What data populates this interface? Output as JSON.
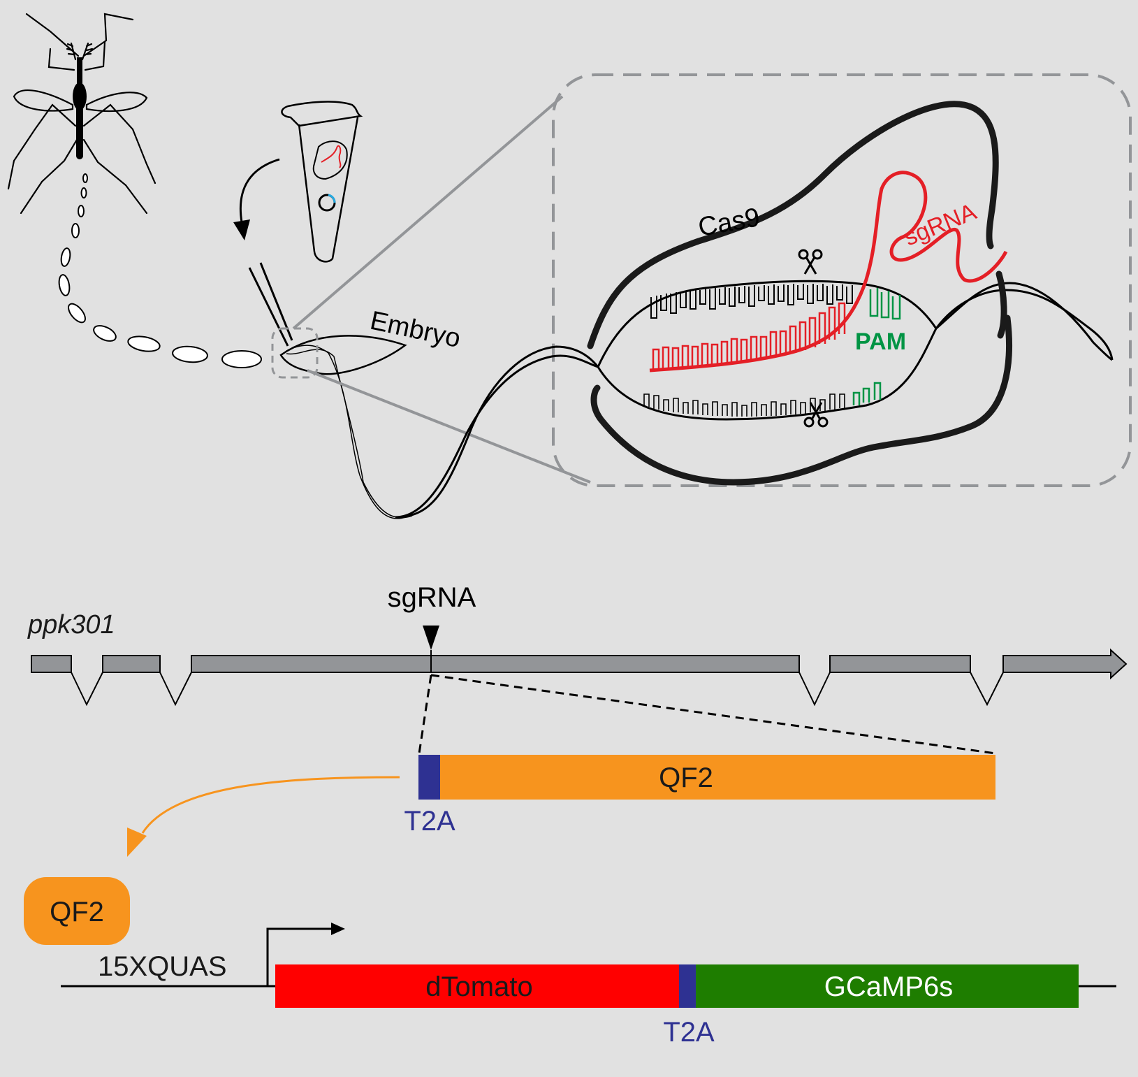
{
  "top_panel": {
    "embryo_label": "Embryo",
    "cas9_label": "Cas9",
    "sgrna_label": "sgRNA",
    "pam_label": "PAM"
  },
  "gene_panel": {
    "gene_name": "ppk301",
    "sgrna_label": "sgRNA",
    "insert": {
      "t2a_label": "T2A",
      "qf2_label": "QF2"
    },
    "driver_protein_label": "QF2"
  },
  "reporter_panel": {
    "promoter_label": "15XQUAS",
    "dtomato_label": "dTomato",
    "t2a_label": "T2A",
    "gcamp_label": "GCaMP6s"
  },
  "colors": {
    "background": "#e1e1e1",
    "gene": "#939598",
    "sgrna_red": "#e41f26",
    "pam_green": "#009444",
    "t2a_blue": "#2e3192",
    "qf2_orange": "#f7941e",
    "dtomato_red": "#ff0000",
    "gcamp_green": "#1e7d00"
  }
}
